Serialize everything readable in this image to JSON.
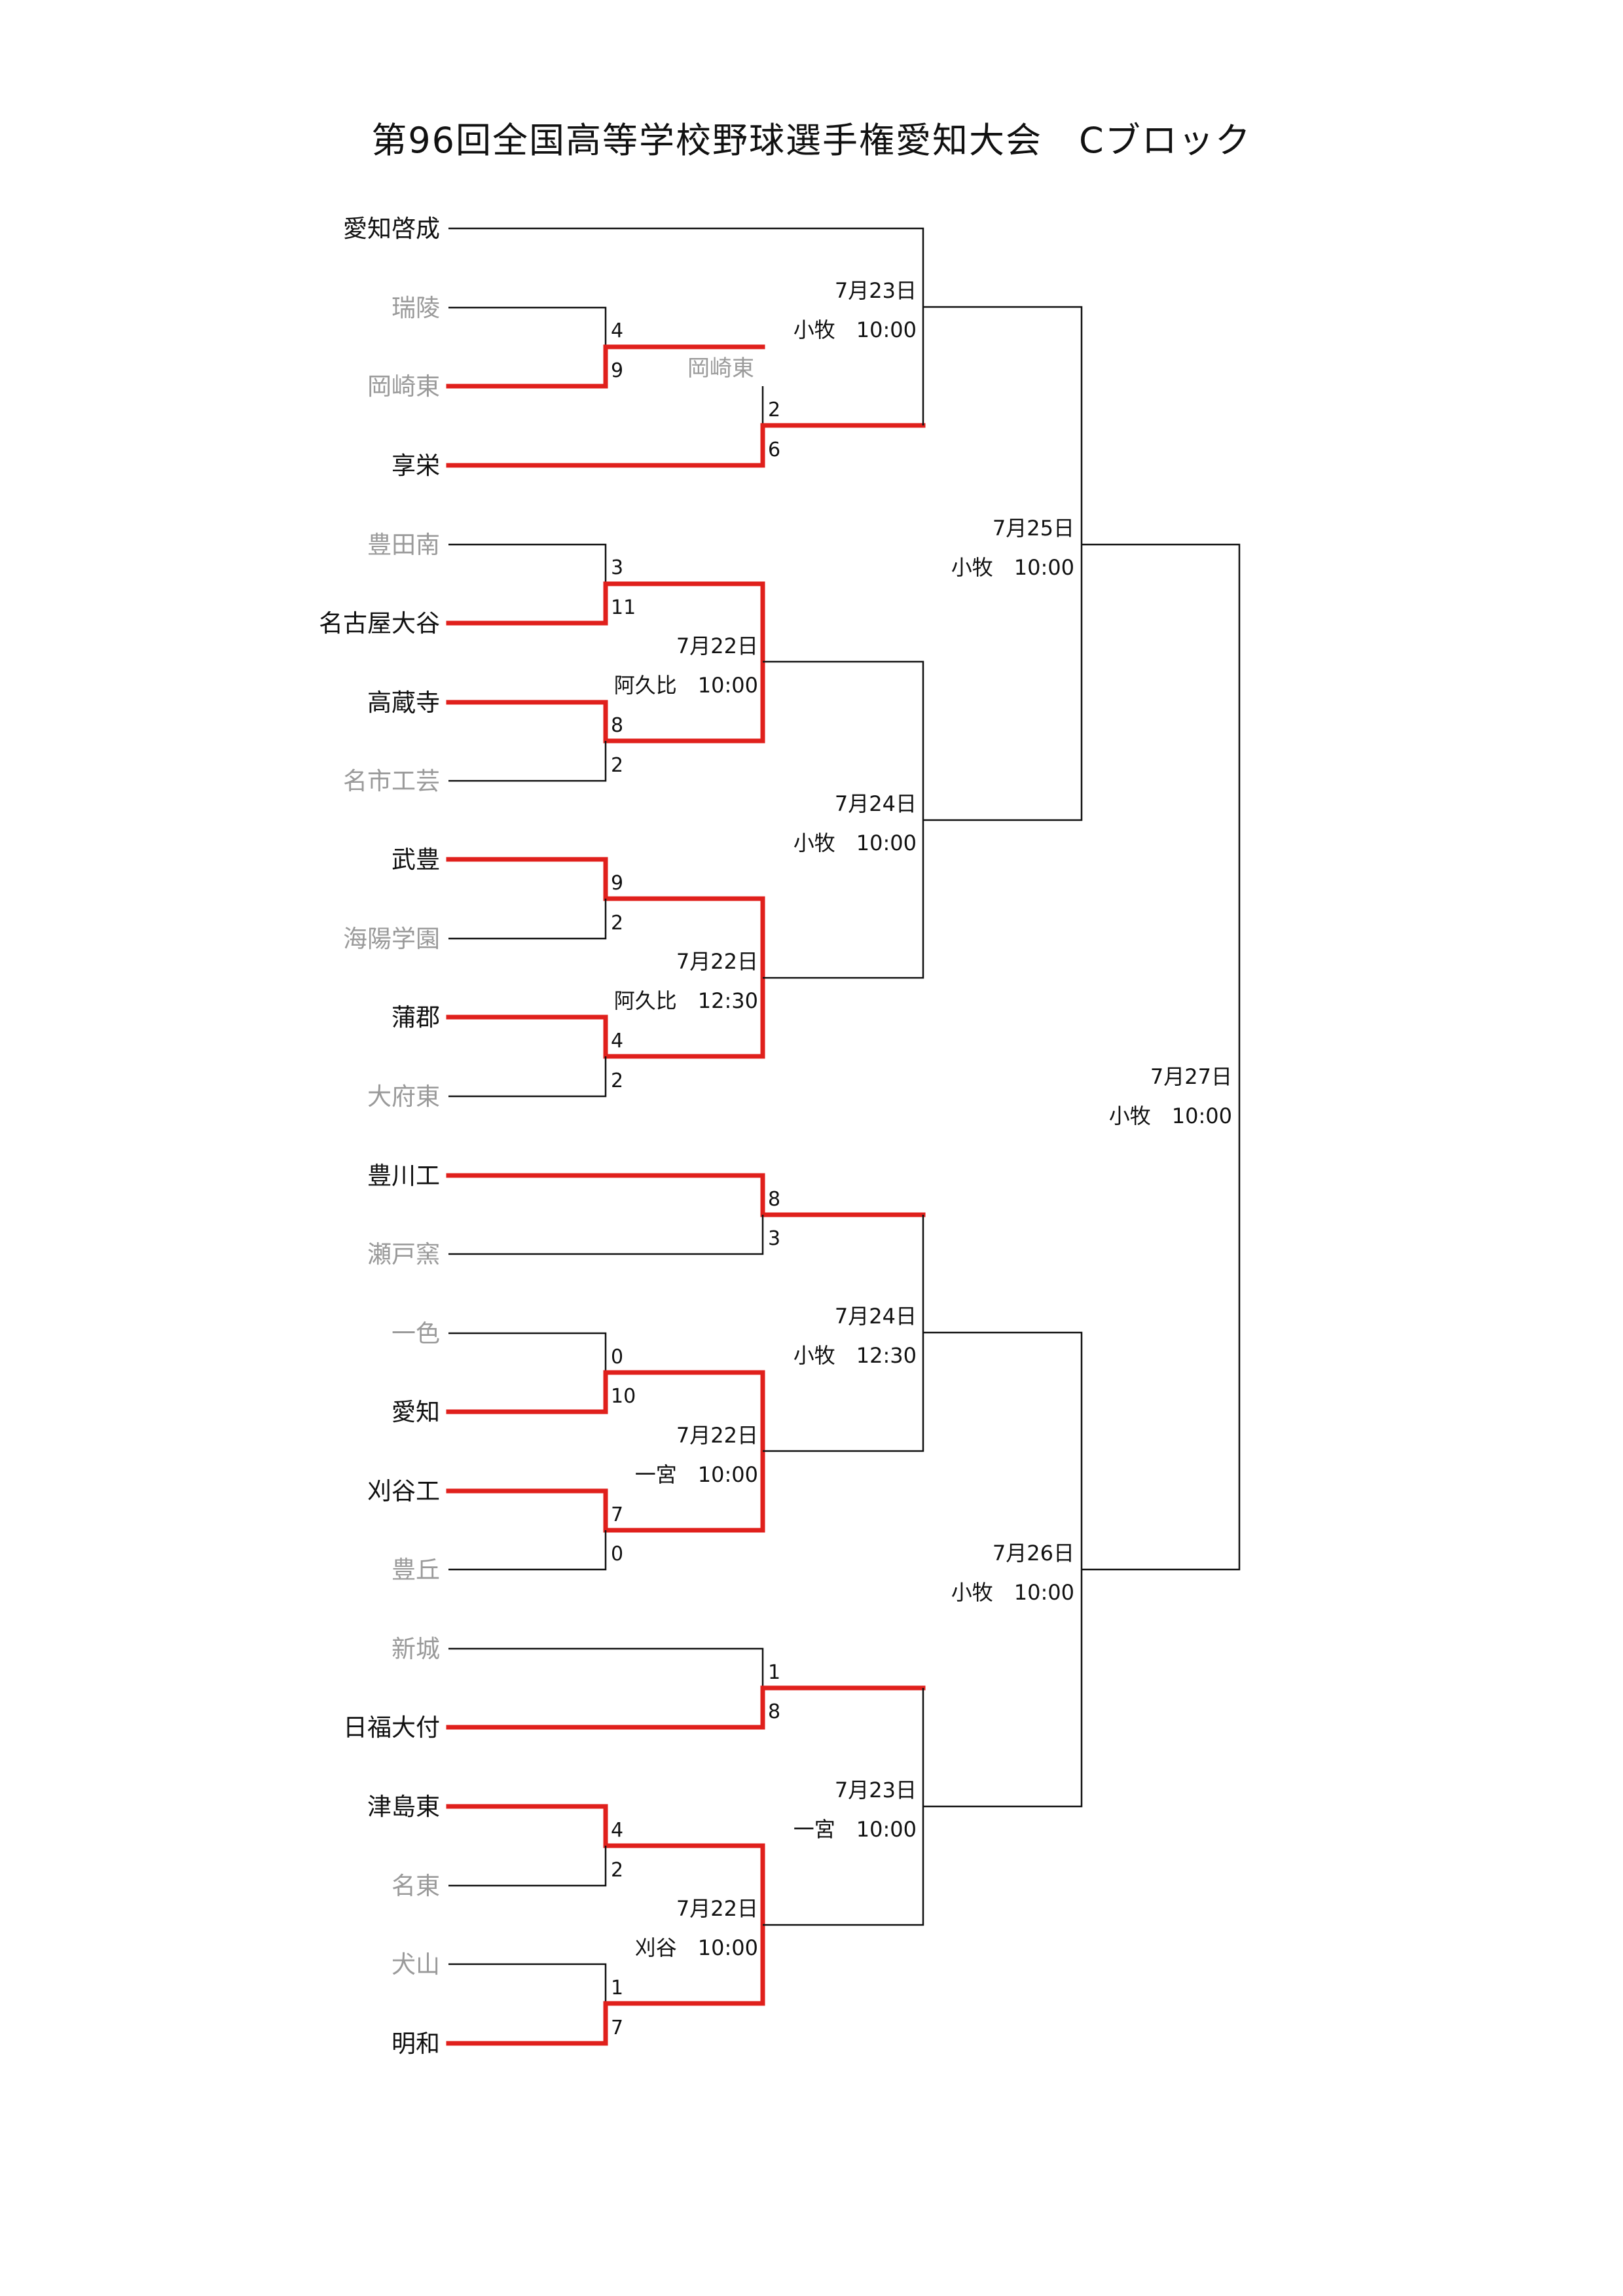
{
  "title": "第96回全国高等学校野球選手権愛知大会　Cブロック",
  "teams": [
    {
      "name": "愛知啓成",
      "won": true
    },
    {
      "name": "瑞陵",
      "won": false
    },
    {
      "name": "岡崎東",
      "won": false
    },
    {
      "name": "享栄",
      "won": true
    },
    {
      "name": "豊田南",
      "won": false
    },
    {
      "name": "名古屋大谷",
      "won": true
    },
    {
      "name": "高蔵寺",
      "won": true
    },
    {
      "name": "名市工芸",
      "won": false
    },
    {
      "name": "武豊",
      "won": true
    },
    {
      "name": "海陽学園",
      "won": false
    },
    {
      "name": "蒲郡",
      "won": true
    },
    {
      "name": "大府東",
      "won": false
    },
    {
      "name": "豊川工",
      "won": true
    },
    {
      "name": "瀬戸窯",
      "won": false
    },
    {
      "name": "一色",
      "won": false
    },
    {
      "name": "愛知",
      "won": true
    },
    {
      "name": "刈谷工",
      "won": true
    },
    {
      "name": "豊丘",
      "won": false
    },
    {
      "name": "新城",
      "won": false
    },
    {
      "name": "日福大付",
      "won": true
    },
    {
      "name": "津島東",
      "won": true
    },
    {
      "name": "名東",
      "won": false
    },
    {
      "name": "犬山",
      "won": false
    },
    {
      "name": "明和",
      "won": true
    }
  ],
  "matches": [
    {
      "id": "r1-ryoryo",
      "date": "",
      "venue": "",
      "scores": [
        "4",
        "9"
      ]
    },
    {
      "id": "r1-toyotaminami",
      "date": "7月22日",
      "venue": "阿久比　10:00",
      "scores": [
        "3",
        "11",
        "8",
        "2"
      ]
    },
    {
      "id": "r1-taketoyo",
      "date": "7月22日",
      "venue": "阿久比　12:30",
      "scores": [
        "9",
        "2",
        "4",
        "2"
      ]
    },
    {
      "id": "r1-isshiki",
      "date": "7月22日",
      "venue": "一宮　10:00",
      "scores": [
        "0",
        "10",
        "7",
        "0"
      ]
    },
    {
      "id": "r1-tsushima",
      "date": "7月22日",
      "venue": "刈谷　10:00",
      "scores": [
        "4",
        "2",
        "1",
        "7"
      ]
    },
    {
      "id": "r2-kyoei",
      "scores": [
        "2",
        "6"
      ],
      "intermediate_team": "岡崎東"
    },
    {
      "id": "r2-toyokawa",
      "scores": [
        "8",
        "3"
      ]
    },
    {
      "id": "r2-shinshiro",
      "scores": [
        "1",
        "8"
      ]
    },
    {
      "id": "r3-top",
      "date": "7月23日",
      "venue": "小牧　10:00"
    },
    {
      "id": "r3-second",
      "date": "7月24日",
      "venue": "小牧　10:00"
    },
    {
      "id": "r3-third",
      "date": "7月24日",
      "venue": "小牧　12:30"
    },
    {
      "id": "r3-bottom",
      "date": "7月23日",
      "venue": "一宮　10:00"
    },
    {
      "id": "semi-top",
      "date": "7月25日",
      "venue": "小牧　10:00"
    },
    {
      "id": "semi-bottom",
      "date": "7月26日",
      "venue": "小牧　10:00"
    },
    {
      "id": "final",
      "date": "7月27日",
      "venue": "小牧　10:00"
    }
  ],
  "colors": {
    "winner_line": "#e0201c",
    "line": "#111111",
    "loser_text": "#9a9a9a"
  }
}
